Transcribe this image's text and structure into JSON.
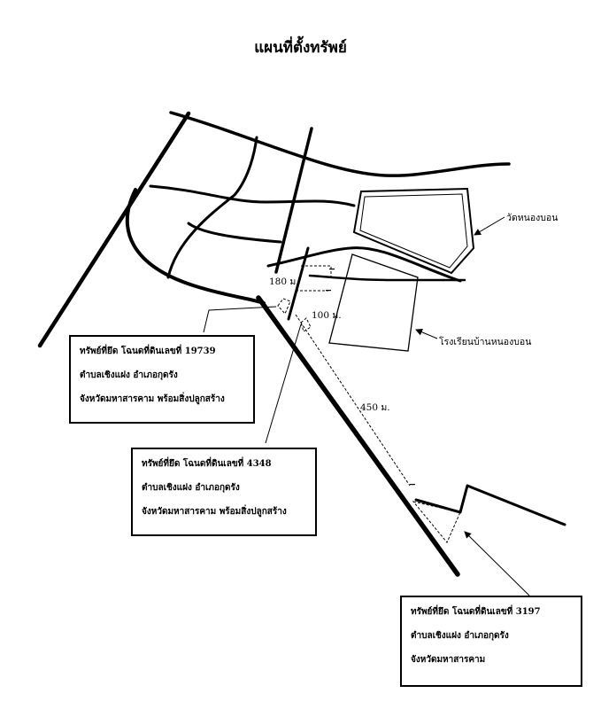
{
  "title": "แผนที่ตั้งทรัพย์",
  "labels": {
    "temple": "วัดหนองบอน",
    "school": "โรงเรียนบ้านหนองบอน",
    "d180": "180 ม.",
    "d100": "100 ม.",
    "d450": "450 ม."
  },
  "boxes": [
    {
      "deed": "ทรัพย์ที่ยึด โฉนดที่ดินเลขที่ 19739",
      "district": "ตำบลเชิงแฝง  อำเภอกุดรัง",
      "province": "จังหวัดมหาสารคาม  พร้อมสิ่งปลูกสร้าง"
    },
    {
      "deed": "ทรัพย์ที่ยึด โฉนดที่ดินเลขที่ 4348",
      "district": "ตำบลเชิงแฝง  อำเภอกุดรัง",
      "province": "จังหวัดมหาสารคาม  พร้อมสิ่งปลูกสร้าง"
    },
    {
      "deed": "ทรัพย์ที่ยึด โฉนดที่ดินเลขที่ 3197",
      "district": "ตำบลเชิงแฝง  อำเภอกุดรัง",
      "province": "จังหวัดมหาสารคาม"
    }
  ]
}
